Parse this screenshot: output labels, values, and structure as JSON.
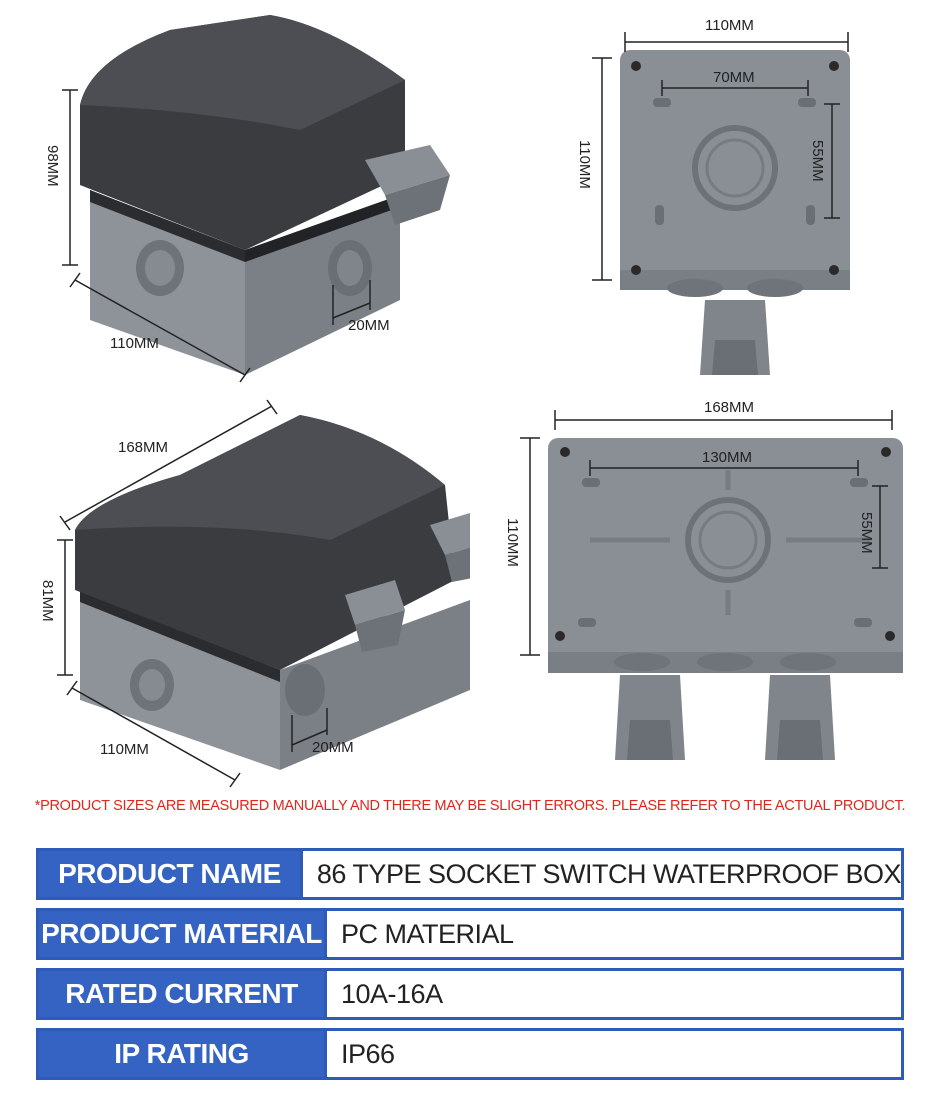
{
  "dimensions": {
    "top_left": {
      "height": "98MM",
      "width": "110MM",
      "hole": "20MM"
    },
    "top_right": {
      "width": "110MM",
      "hole_spacing": "70MM",
      "height": "110MM",
      "vertical_spacing": "55MM"
    },
    "bottom_left": {
      "length": "168MM",
      "height": "81MM",
      "width": "110MM",
      "hole": "20MM"
    },
    "bottom_right": {
      "length": "168MM",
      "hole_spacing": "130MM",
      "height": "110MM",
      "vertical_spacing": "55MM"
    }
  },
  "disclaimer": "*PRODUCT SIZES ARE MEASURED MANUALLY AND THERE MAY BE SLIGHT ERRORS. PLEASE REFER TO THE ACTUAL PRODUCT.",
  "specs": [
    {
      "key": "PRODUCT NAME",
      "value": "86 TYPE SOCKET SWITCH WATERPROOF BOX"
    },
    {
      "key": "PRODUCT MATERIAL",
      "value": "PC MATERIAL"
    },
    {
      "key": "RATED CURRENT",
      "value": "10A-16A"
    },
    {
      "key": "IP RATING",
      "value": "IP66"
    }
  ],
  "colors": {
    "table_blue": "#3563c4",
    "table_border": "#2d5bb7",
    "disclaimer_red": "#e0261d",
    "box_gray": "#8a8f96",
    "lid_dark": "#3a3c40"
  }
}
